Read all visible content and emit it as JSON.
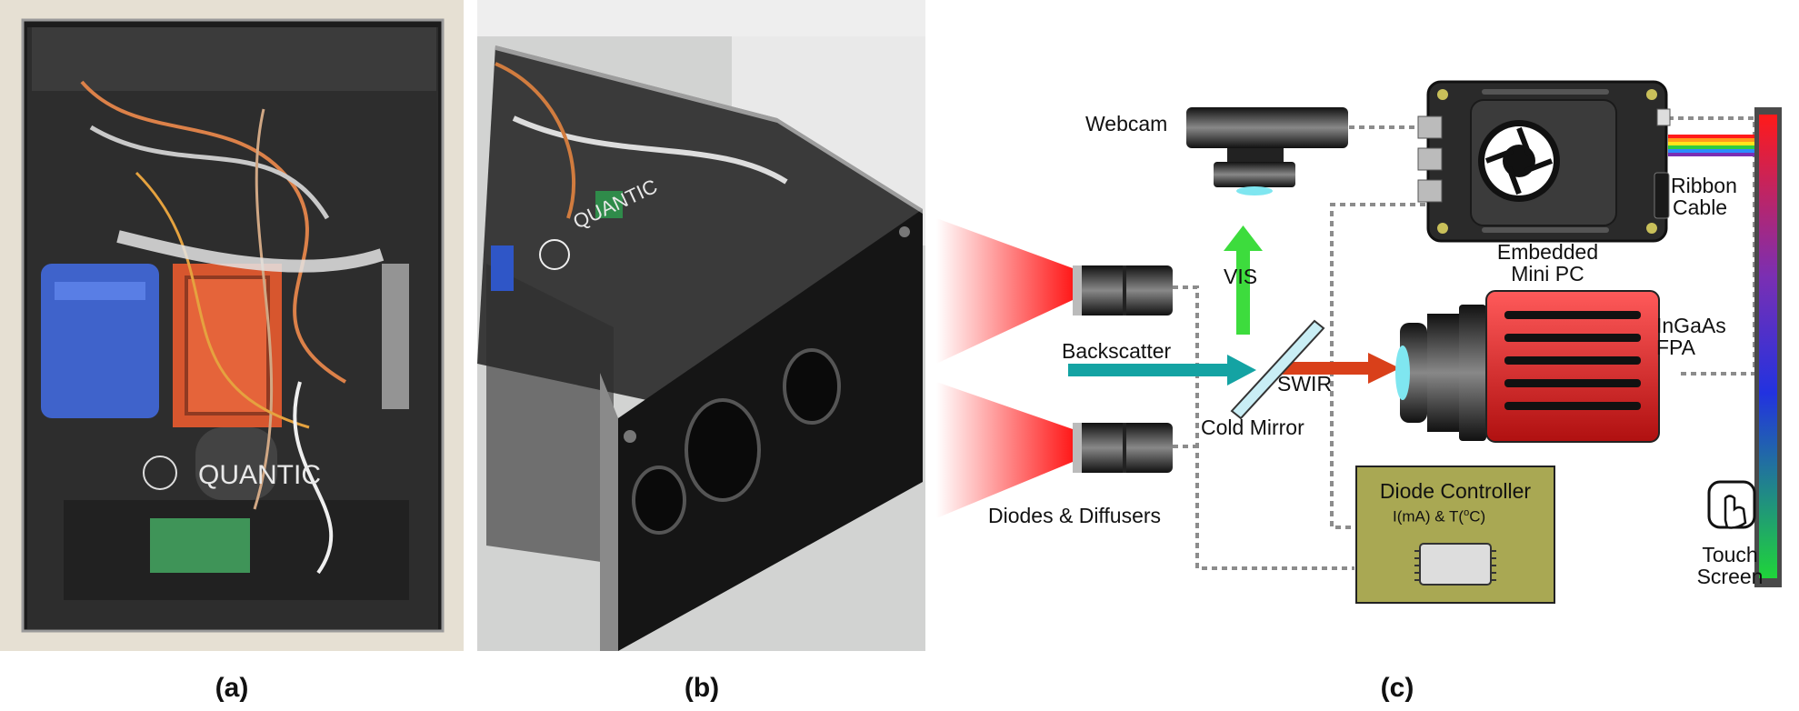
{
  "captions": {
    "a": "(a)",
    "b": "(b)",
    "c": "(c)"
  },
  "photo_a": {
    "logo_text": "QUANTIC"
  },
  "photo_b": {
    "logo_text": "QUANTIC"
  },
  "diagram": {
    "webcam": "Webcam",
    "vis": "VIS",
    "backscatter": "Backscatter",
    "swir": "SWIR",
    "cold_mirror": "Cold Mirror",
    "diodes": "Diodes & Diffusers",
    "pc_line1": "Embedded",
    "pc_line2": "Mini PC",
    "ribbon_line1": "Ribbon",
    "ribbon_line2": "Cable",
    "ingaas_line1": "InGaAs",
    "ingaas_line2": "FPA",
    "controller_title": "Diode Controller",
    "controller_sub_prefix": "I(mA) & T(",
    "controller_sub_sup": "o",
    "controller_sub_suffix": "C)",
    "touch_line1": "Touch",
    "touch_line2": "Screen"
  },
  "colors": {
    "vis_arrow": "#3ddc3d",
    "backscatter_arrow": "#14a3a3",
    "swir_arrow": "#d9401a",
    "camera_body": "#e01f1f",
    "controller_fill": "#a9a853",
    "beam": "#ff1a1a"
  }
}
